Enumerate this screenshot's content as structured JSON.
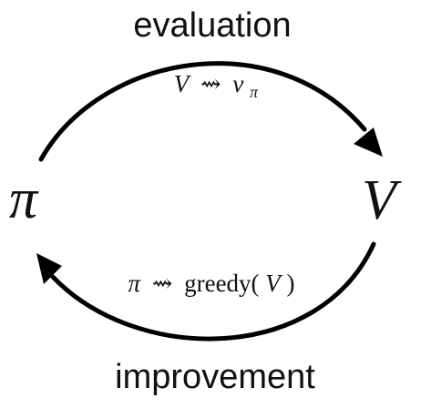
{
  "nodes": {
    "policy": "π",
    "value": "V"
  },
  "top_arc": {
    "title": "evaluation",
    "math": {
      "lhs": "V",
      "arrow": "⇝",
      "rhs_base": "v",
      "rhs_sub": "π"
    }
  },
  "bottom_arc": {
    "title": "improvement",
    "math": {
      "lhs": "π",
      "arrow": "⇝",
      "func": "greedy(",
      "arg": "V",
      "close": ")"
    }
  },
  "colors": {
    "ink": "#000000",
    "background": "#ffffff"
  }
}
